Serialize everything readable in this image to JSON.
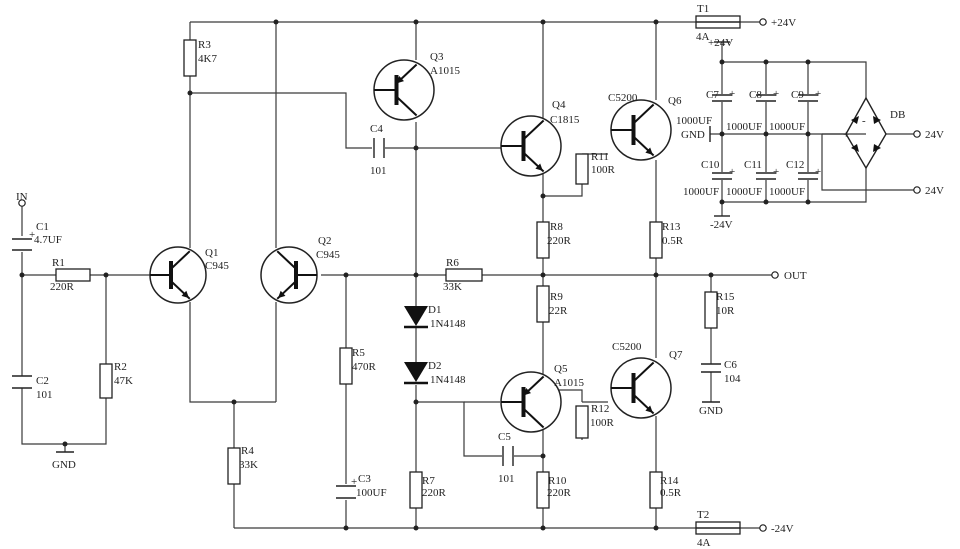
{
  "colors": {
    "wire": "#3a3a3a",
    "ink": "#222222",
    "background": "#ffffff"
  },
  "terminals": {
    "in": "IN",
    "out": "OUT",
    "pos_supply": "+24V",
    "neg_supply": "-24V",
    "gnd_input": "GND",
    "gnd_psu": "GND",
    "gnd_zobel": "GND",
    "psu_pos": "+24V",
    "psu_neg": "-24V",
    "ac1": "24V",
    "ac2": "24V"
  },
  "fuses": {
    "t1": {
      "ref": "T1",
      "value": "4A"
    },
    "t2": {
      "ref": "T2",
      "value": "4A"
    }
  },
  "transistors": {
    "q1": {
      "ref": "Q1",
      "part": "C945"
    },
    "q2": {
      "ref": "Q2",
      "part": "C945"
    },
    "q3": {
      "ref": "Q3",
      "part": "A1015"
    },
    "q4": {
      "ref": "Q4",
      "part": "C1815"
    },
    "q5": {
      "ref": "Q5",
      "part": "A1015"
    },
    "q6": {
      "ref": "Q6",
      "part": "C5200"
    },
    "q7": {
      "ref": "Q7",
      "part": "C5200"
    }
  },
  "resistors": {
    "r1": {
      "ref": "R1",
      "value": "220R"
    },
    "r2": {
      "ref": "R2",
      "value": "47K"
    },
    "r3": {
      "ref": "R3",
      "value": "4K7"
    },
    "r4": {
      "ref": "R4",
      "value": "33K"
    },
    "r5": {
      "ref": "R5",
      "value": "470R"
    },
    "r6": {
      "ref": "R6",
      "value": "33K"
    },
    "r7": {
      "ref": "R7",
      "value": "220R"
    },
    "r8": {
      "ref": "R8",
      "value": "220R"
    },
    "r9": {
      "ref": "R9",
      "value": "22R"
    },
    "r10": {
      "ref": "R10",
      "value": "220R"
    },
    "r11": {
      "ref": "R11",
      "value": "100R"
    },
    "r12": {
      "ref": "R12",
      "value": "100R"
    },
    "r13": {
      "ref": "R13",
      "value": "0.5R"
    },
    "r14": {
      "ref": "R14",
      "value": "0.5R"
    },
    "r15": {
      "ref": "R15",
      "value": "10R"
    }
  },
  "capacitors": {
    "c1": {
      "ref": "C1",
      "value": "4.7UF"
    },
    "c2": {
      "ref": "C2",
      "value": "101"
    },
    "c3": {
      "ref": "C3",
      "value": "100UF"
    },
    "c4": {
      "ref": "C4",
      "value": "101"
    },
    "c5": {
      "ref": "C5",
      "value": "101"
    },
    "c6": {
      "ref": "C6",
      "value": "104"
    },
    "c7": {
      "ref": "C7",
      "value": "1000UF"
    },
    "c8": {
      "ref": "C8",
      "value": "1000UF"
    },
    "c9": {
      "ref": "C9",
      "value": "1000UF"
    },
    "c10": {
      "ref": "C10",
      "value": "1000UF"
    },
    "c11": {
      "ref": "C11",
      "value": "1000UF"
    },
    "c12": {
      "ref": "C12",
      "value": "1000UF"
    }
  },
  "diodes": {
    "d1": {
      "ref": "D1",
      "part": "1N4148"
    },
    "d2": {
      "ref": "D2",
      "part": "1N4148"
    },
    "db": {
      "ref": "DB"
    }
  },
  "polarity": {
    "plus": "+",
    "minus": "-"
  }
}
